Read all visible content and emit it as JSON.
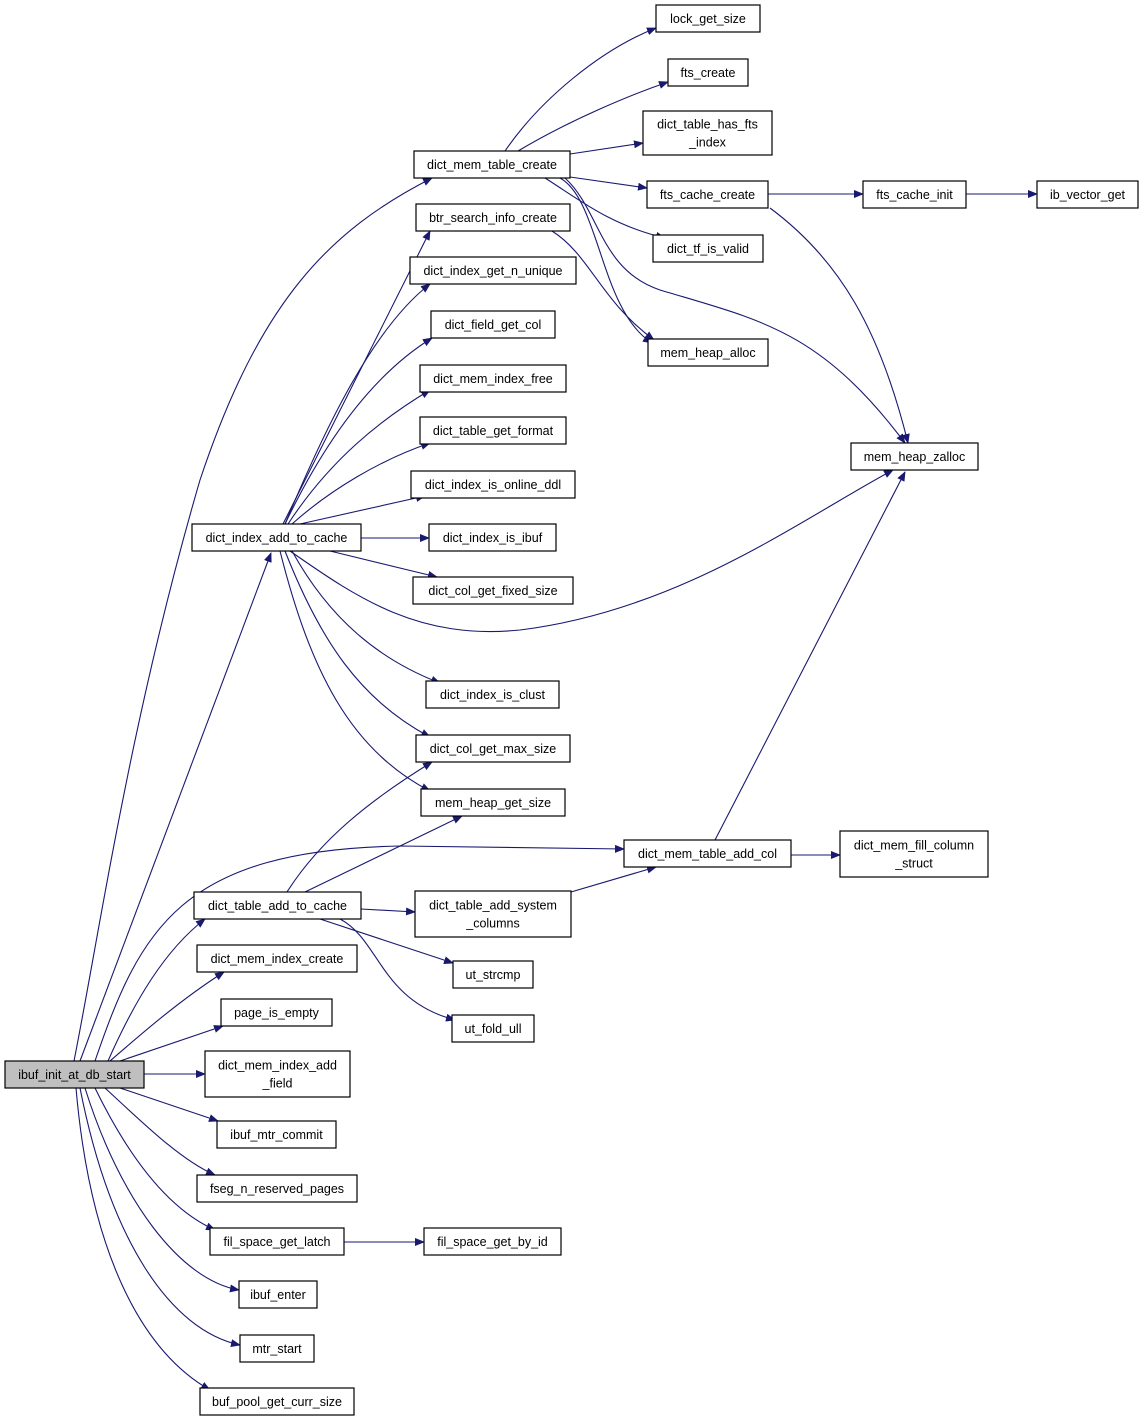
{
  "diagram": {
    "type": "call-graph",
    "colors": {
      "edge": "#191970",
      "root_fill": "#bfbfbf",
      "node_fill": "#ffffff",
      "node_stroke": "#000000"
    },
    "nodes": [
      {
        "id": "ibuf_init_at_db_start",
        "label": "ibuf_init_at_db_start",
        "root": true
      },
      {
        "id": "dict_mem_table_create",
        "label": "dict_mem_table_create"
      },
      {
        "id": "dict_index_add_to_cache",
        "label": "dict_index_add_to_cache"
      },
      {
        "id": "dict_mem_table_add_col",
        "label": "dict_mem_table_add_col"
      },
      {
        "id": "dict_table_add_to_cache",
        "label": "dict_table_add_to_cache"
      },
      {
        "id": "dict_mem_index_create",
        "label": "dict_mem_index_create"
      },
      {
        "id": "page_is_empty",
        "label": "page_is_empty"
      },
      {
        "id": "dict_mem_index_add_field",
        "label": "dict_mem_index_add\n_field"
      },
      {
        "id": "ibuf_mtr_commit",
        "label": "ibuf_mtr_commit"
      },
      {
        "id": "fseg_n_reserved_pages",
        "label": "fseg_n_reserved_pages"
      },
      {
        "id": "fil_space_get_latch",
        "label": "fil_space_get_latch"
      },
      {
        "id": "ibuf_enter",
        "label": "ibuf_enter"
      },
      {
        "id": "mtr_start",
        "label": "mtr_start"
      },
      {
        "id": "buf_pool_get_curr_size",
        "label": "buf_pool_get_curr_size"
      },
      {
        "id": "lock_get_size",
        "label": "lock_get_size"
      },
      {
        "id": "fts_create",
        "label": "fts_create"
      },
      {
        "id": "dict_table_has_fts_index",
        "label": "dict_table_has_fts\n_index"
      },
      {
        "id": "fts_cache_create",
        "label": "fts_cache_create"
      },
      {
        "id": "dict_tf_is_valid",
        "label": "dict_tf_is_valid"
      },
      {
        "id": "mem_heap_alloc",
        "label": "mem_heap_alloc"
      },
      {
        "id": "mem_heap_zalloc",
        "label": "mem_heap_zalloc"
      },
      {
        "id": "fts_cache_init",
        "label": "fts_cache_init"
      },
      {
        "id": "ib_vector_get",
        "label": "ib_vector_get"
      },
      {
        "id": "btr_search_info_create",
        "label": "btr_search_info_create"
      },
      {
        "id": "dict_index_get_n_unique",
        "label": "dict_index_get_n_unique"
      },
      {
        "id": "dict_field_get_col",
        "label": "dict_field_get_col"
      },
      {
        "id": "dict_mem_index_free",
        "label": "dict_mem_index_free"
      },
      {
        "id": "dict_table_get_format",
        "label": "dict_table_get_format"
      },
      {
        "id": "dict_index_is_online_ddl",
        "label": "dict_index_is_online_ddl"
      },
      {
        "id": "dict_index_is_ibuf",
        "label": "dict_index_is_ibuf"
      },
      {
        "id": "dict_col_get_fixed_size",
        "label": "dict_col_get_fixed_size"
      },
      {
        "id": "dict_index_is_clust",
        "label": "dict_index_is_clust"
      },
      {
        "id": "dict_col_get_max_size",
        "label": "dict_col_get_max_size"
      },
      {
        "id": "mem_heap_get_size",
        "label": "mem_heap_get_size"
      },
      {
        "id": "dict_mem_fill_column_struct",
        "label": "dict_mem_fill_column\n_struct"
      },
      {
        "id": "dict_table_add_system_columns",
        "label": "dict_table_add_system\n_columns"
      },
      {
        "id": "ut_strcmp",
        "label": "ut_strcmp"
      },
      {
        "id": "ut_fold_ull",
        "label": "ut_fold_ull"
      },
      {
        "id": "fil_space_get_by_id",
        "label": "fil_space_get_by_id"
      }
    ],
    "edges": [
      [
        "ibuf_init_at_db_start",
        "dict_mem_table_create"
      ],
      [
        "ibuf_init_at_db_start",
        "dict_index_add_to_cache"
      ],
      [
        "ibuf_init_at_db_start",
        "dict_mem_table_add_col"
      ],
      [
        "ibuf_init_at_db_start",
        "dict_table_add_to_cache"
      ],
      [
        "ibuf_init_at_db_start",
        "dict_mem_index_create"
      ],
      [
        "ibuf_init_at_db_start",
        "page_is_empty"
      ],
      [
        "ibuf_init_at_db_start",
        "dict_mem_index_add_field"
      ],
      [
        "ibuf_init_at_db_start",
        "ibuf_mtr_commit"
      ],
      [
        "ibuf_init_at_db_start",
        "fseg_n_reserved_pages"
      ],
      [
        "ibuf_init_at_db_start",
        "fil_space_get_latch"
      ],
      [
        "ibuf_init_at_db_start",
        "ibuf_enter"
      ],
      [
        "ibuf_init_at_db_start",
        "mtr_start"
      ],
      [
        "ibuf_init_at_db_start",
        "buf_pool_get_curr_size"
      ],
      [
        "dict_mem_table_create",
        "lock_get_size"
      ],
      [
        "dict_mem_table_create",
        "fts_create"
      ],
      [
        "dict_mem_table_create",
        "dict_table_has_fts_index"
      ],
      [
        "dict_mem_table_create",
        "fts_cache_create"
      ],
      [
        "dict_mem_table_create",
        "dict_tf_is_valid"
      ],
      [
        "dict_mem_table_create",
        "mem_heap_alloc"
      ],
      [
        "dict_mem_table_create",
        "mem_heap_zalloc"
      ],
      [
        "fts_cache_create",
        "fts_cache_init"
      ],
      [
        "fts_cache_create",
        "mem_heap_zalloc"
      ],
      [
        "fts_cache_init",
        "ib_vector_get"
      ],
      [
        "btr_search_info_create",
        "mem_heap_alloc"
      ],
      [
        "dict_index_add_to_cache",
        "btr_search_info_create"
      ],
      [
        "dict_index_add_to_cache",
        "dict_index_get_n_unique"
      ],
      [
        "dict_index_add_to_cache",
        "dict_field_get_col"
      ],
      [
        "dict_index_add_to_cache",
        "dict_mem_index_free"
      ],
      [
        "dict_index_add_to_cache",
        "dict_table_get_format"
      ],
      [
        "dict_index_add_to_cache",
        "dict_index_is_online_ddl"
      ],
      [
        "dict_index_add_to_cache",
        "dict_index_is_ibuf"
      ],
      [
        "dict_index_add_to_cache",
        "dict_col_get_fixed_size"
      ],
      [
        "dict_index_add_to_cache",
        "mem_heap_zalloc"
      ],
      [
        "dict_index_add_to_cache",
        "dict_index_is_clust"
      ],
      [
        "dict_index_add_to_cache",
        "dict_col_get_max_size"
      ],
      [
        "dict_index_add_to_cache",
        "mem_heap_get_size"
      ],
      [
        "dict_mem_table_add_col",
        "dict_mem_fill_column_struct"
      ],
      [
        "dict_mem_table_add_col",
        "mem_heap_zalloc"
      ],
      [
        "dict_table_add_to_cache",
        "dict_col_get_max_size"
      ],
      [
        "dict_table_add_to_cache",
        "mem_heap_get_size"
      ],
      [
        "dict_table_add_to_cache",
        "dict_table_add_system_columns"
      ],
      [
        "dict_table_add_to_cache",
        "ut_strcmp"
      ],
      [
        "dict_table_add_to_cache",
        "ut_fold_ull"
      ],
      [
        "dict_table_add_system_columns",
        "dict_mem_table_add_col"
      ],
      [
        "fil_space_get_latch",
        "fil_space_get_by_id"
      ]
    ]
  }
}
